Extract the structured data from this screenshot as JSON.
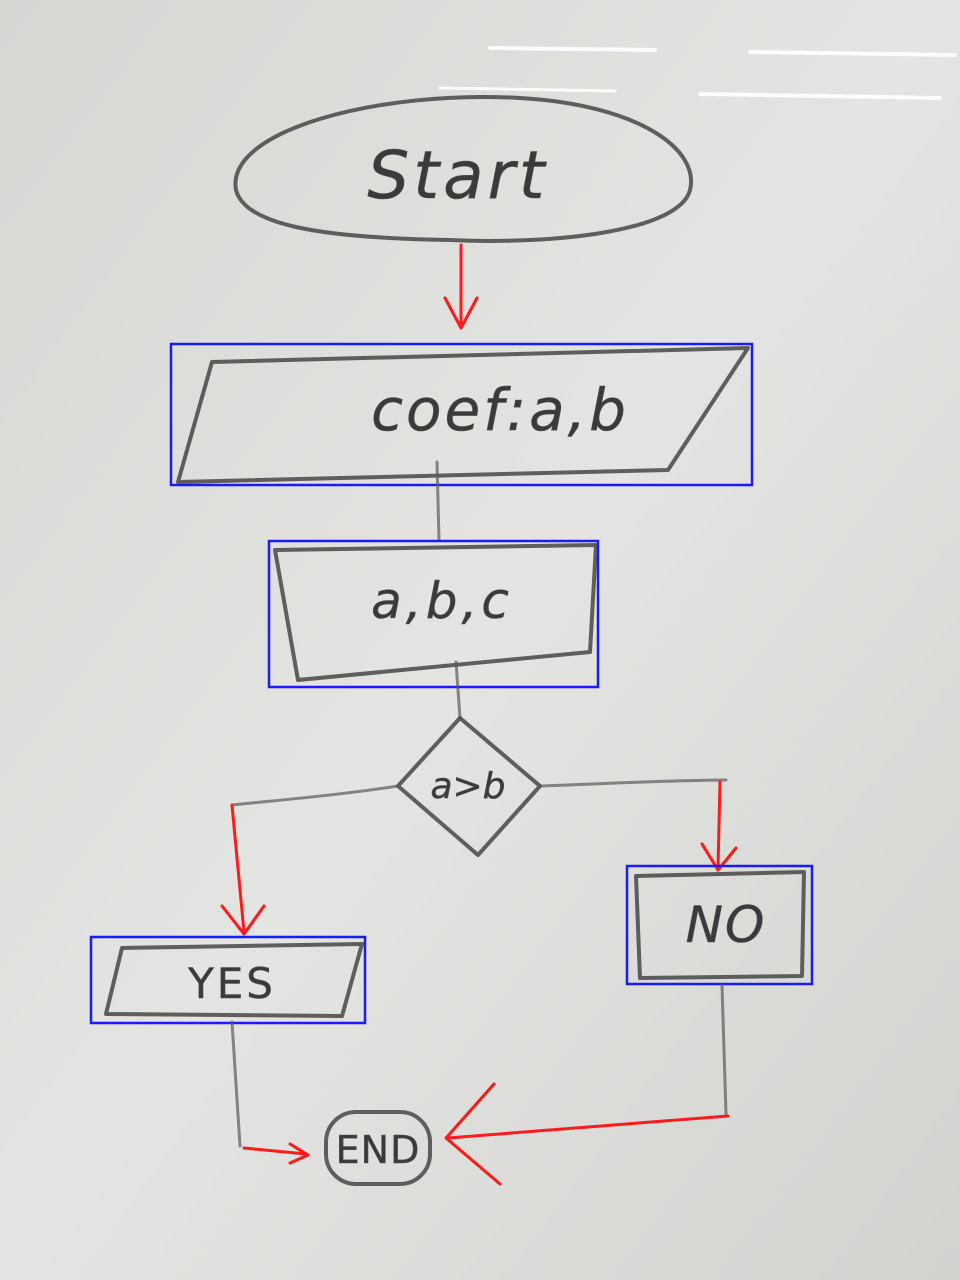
{
  "diagram": {
    "start_label": "Start",
    "input_label": "coef:a,b",
    "process_label": "a,b,c",
    "decision_label": "a>b",
    "yes_label": "YES",
    "no_label": "NO",
    "end_label": "END"
  },
  "colors": {
    "board": "#d9d9d7",
    "ink": "#474747",
    "arrow": "#ff1a1a",
    "annotation_box": "#1a1aff"
  }
}
